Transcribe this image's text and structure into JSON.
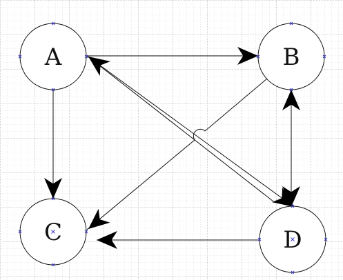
{
  "diagram": {
    "nodes": [
      {
        "id": "A",
        "label": "A"
      },
      {
        "id": "B",
        "label": "B"
      },
      {
        "id": "C",
        "label": "C"
      },
      {
        "id": "D",
        "label": "D"
      }
    ],
    "edges": [
      {
        "from": "A",
        "to": "B"
      },
      {
        "from": "A",
        "to": "C"
      },
      {
        "from": "B",
        "to": "C"
      },
      {
        "from": "D",
        "to": "A"
      },
      {
        "from": "A",
        "to": "D"
      },
      {
        "from": "B",
        "to": "D"
      },
      {
        "from": "D",
        "to": "B"
      },
      {
        "from": "D",
        "to": "C"
      }
    ],
    "colors": {
      "background": "#ffffff",
      "grid_minor": "#cfcfcf",
      "grid_major": "#9a9a9a",
      "stroke": "#111111",
      "connection_point": "#3333cc"
    }
  }
}
